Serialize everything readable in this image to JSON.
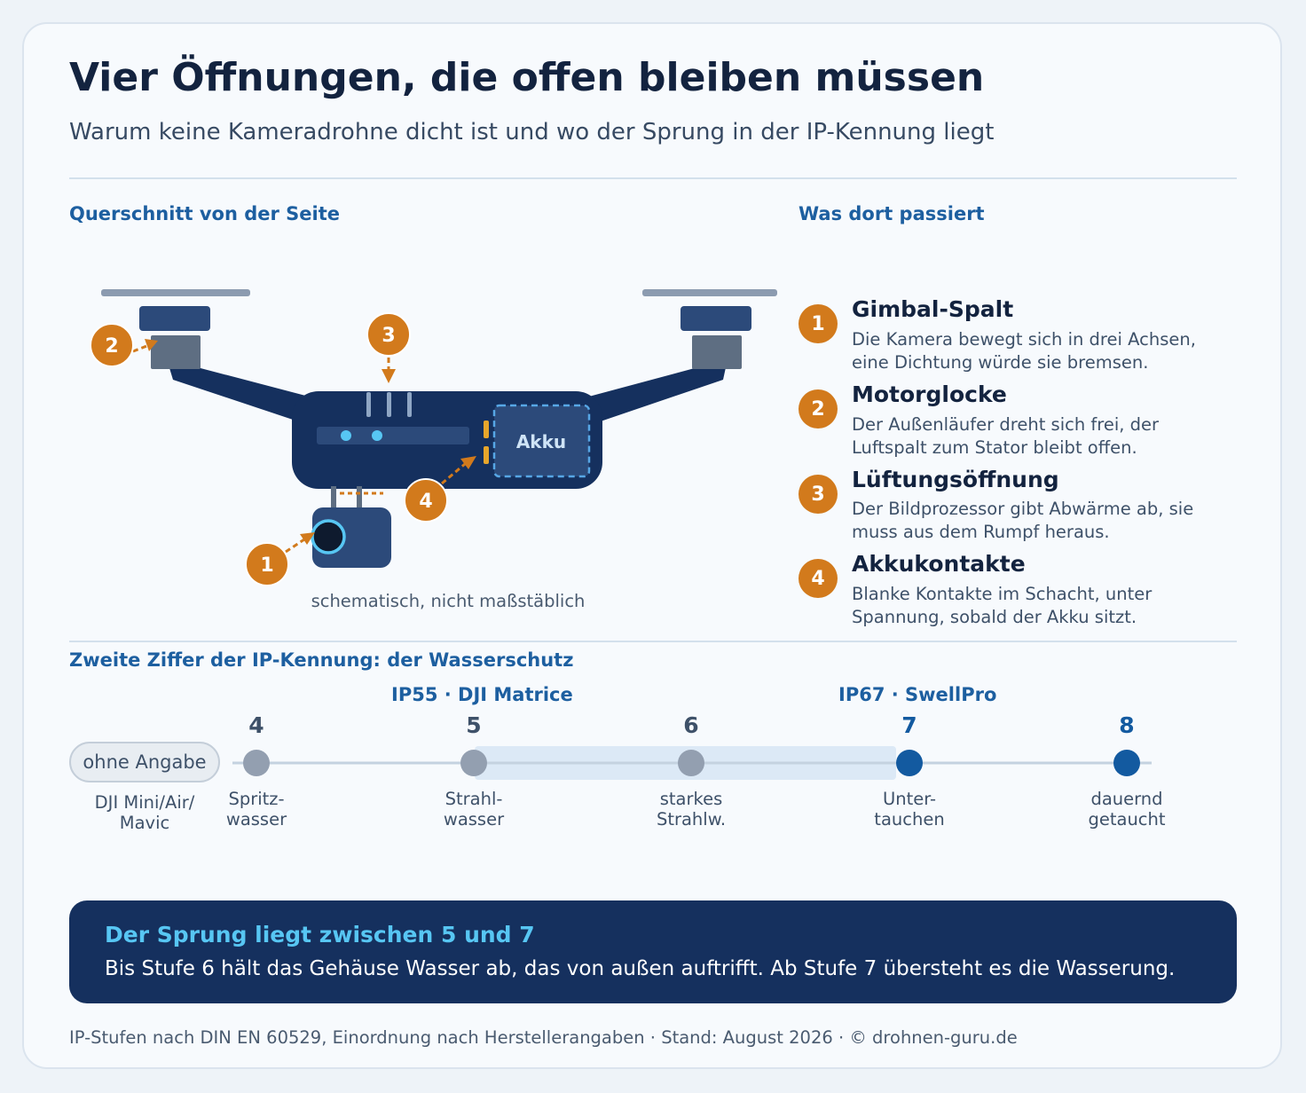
{
  "header": {
    "title": "Vier Öffnungen, die offen bleiben müssen",
    "subtitle": "Warum keine Kameradrohne dicht ist und wo der Sprung in der IP-Kennung liegt"
  },
  "diagram": {
    "heading": "Querschnitt von der Seite",
    "battery_label": "Akku",
    "caption": "schematisch, nicht maßstäblich",
    "markers": [
      "1",
      "2",
      "3",
      "4"
    ]
  },
  "legend": {
    "heading": "Was dort passiert",
    "items": [
      {
        "num": "1",
        "title": "Gimbal-Spalt",
        "desc": "Die Kamera bewegt sich in drei Achsen, eine Dichtung würde sie bremsen."
      },
      {
        "num": "2",
        "title": "Motorglocke",
        "desc": "Der Außenläufer dreht sich frei, der Luftspalt zum Stator bleibt offen."
      },
      {
        "num": "3",
        "title": "Lüftungsöffnung",
        "desc": "Der Bildprozessor gibt Abwärme ab, sie muss aus dem Rumpf heraus."
      },
      {
        "num": "4",
        "title": "Akkukontakte",
        "desc": "Blanke Kontakte im Schacht, unter Spannung, sobald der Akku sitzt."
      }
    ]
  },
  "scale": {
    "heading": "Zweite Ziffer der IP-Kennung: der Wasserschutz",
    "none_label": "ohne Angabe",
    "none_desc": [
      "DJI Mini/Air/",
      "Mavic"
    ],
    "callouts": [
      {
        "label": "IP55 · DJI Matrice",
        "at": "5"
      },
      {
        "label": "IP67 · SwellPro",
        "at": "7"
      }
    ],
    "levels": [
      {
        "num": "4",
        "desc": [
          "Spritz-",
          "wasser"
        ],
        "state": "splash"
      },
      {
        "num": "5",
        "desc": [
          "Strahl-",
          "wasser"
        ],
        "state": "splash"
      },
      {
        "num": "6",
        "desc": [
          "starkes",
          "Strahlw."
        ],
        "state": "splash"
      },
      {
        "num": "7",
        "desc": [
          "Unter-",
          "tauchen"
        ],
        "state": "immersion"
      },
      {
        "num": "8",
        "desc": [
          "dauernd",
          "getaucht"
        ],
        "state": "immersion"
      }
    ],
    "highlight_range": [
      "5",
      "7"
    ]
  },
  "colors": {
    "navy": "#15305e",
    "accent_orange": "#d27a1c",
    "heading_blue": "#1d5fa0",
    "level_grey": "#939fb0",
    "level_blue": "#135aa0",
    "cyan": "#57c6f3"
  },
  "banner": {
    "title": "Der Sprung liegt zwischen 5 und 7",
    "text": "Bis Stufe 6 hält das Gehäuse Wasser ab, das von außen auftrifft. Ab Stufe 7 übersteht es die Wasserung."
  },
  "footer": "IP-Stufen nach DIN EN 60529, Einordnung nach Herstellerangaben · Stand: August 2026 · © drohnen-guru.de"
}
